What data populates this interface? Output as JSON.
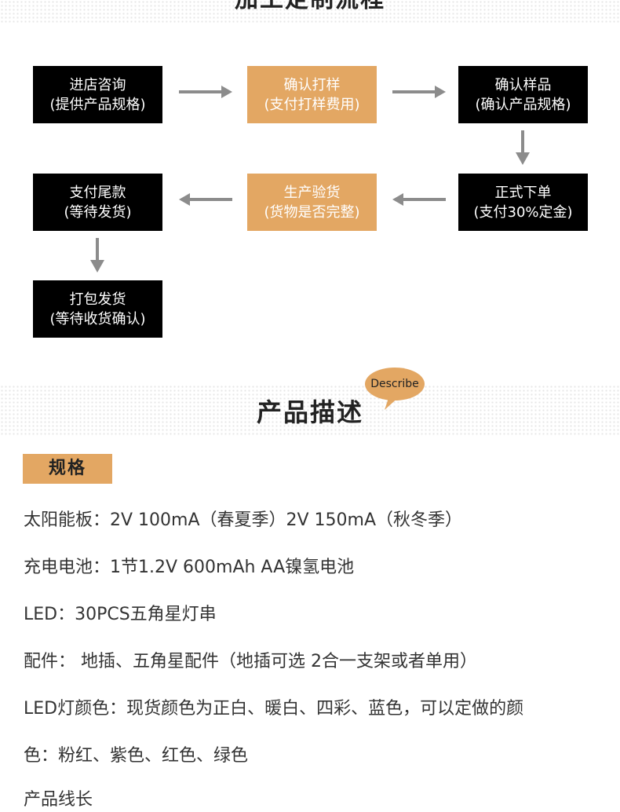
{
  "flow": {
    "title": "加工定制流程",
    "steps": [
      {
        "line1": "进店咨询",
        "line2": "(提供产品规格)"
      },
      {
        "line1": "确认打样",
        "line2": "(支付打样费用)"
      },
      {
        "line1": "确认样品",
        "line2": "(确认产品规格)"
      },
      {
        "line1": "正式下单",
        "line2": "(支付30%定金)"
      },
      {
        "line1": "生产验货",
        "line2": "(货物是否完整)"
      },
      {
        "line1": "支付尾款",
        "line2": "(等待发货)"
      },
      {
        "line1": "打包发货",
        "line2": "(等待收货确认)"
      }
    ]
  },
  "description": {
    "title": "产品描述",
    "bubble": "Describe"
  },
  "spec": {
    "header": "规格",
    "lines": [
      "太阳能板：2V 100mA（春夏季）2V 150mA（秋冬季）",
      "充电电池：1节1.2V 600mAh AA镍氢电池",
      "LED：30PCS五角星灯串",
      "配件： 地插、五角星配件（地插可选 2合一支架或者单用）",
      "LED灯颜色：现货颜色为正白、暖白、四彩、蓝色，可以定做的颜",
      "色：粉红、紫色、红色、绿色",
      "产品线长"
    ]
  },
  "colors": {
    "accent": "#e3a763",
    "dark_box": "#000000",
    "arrow": "#8c8c8c"
  }
}
